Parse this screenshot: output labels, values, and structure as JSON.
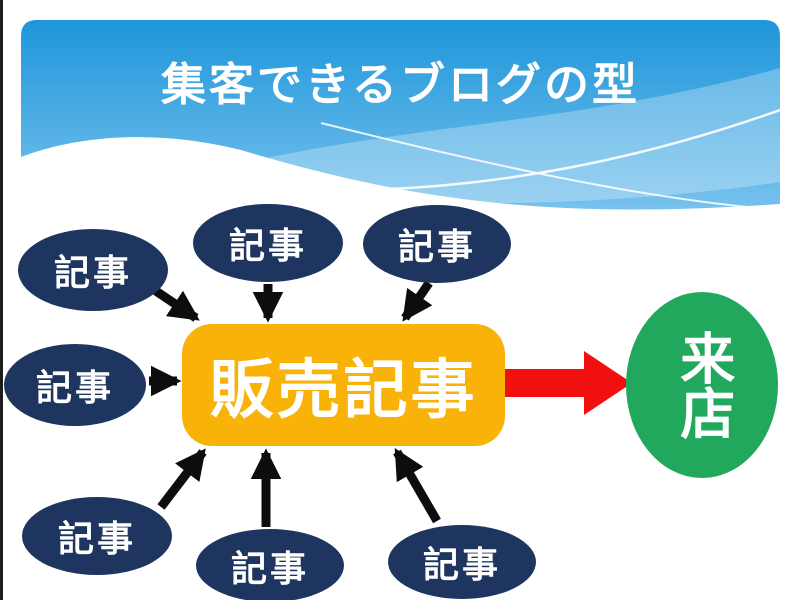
{
  "slide": {
    "title": "集客できるブログの型"
  },
  "diagram": {
    "articles": [
      {
        "label": "記事"
      },
      {
        "label": "記事"
      },
      {
        "label": "記事"
      },
      {
        "label": "記事"
      },
      {
        "label": "記事"
      },
      {
        "label": "記事"
      },
      {
        "label": "記事"
      }
    ],
    "center_node": {
      "label": "販売記事"
    },
    "result_node": {
      "label": "来店"
    },
    "colors": {
      "header_top": "#1E96DA",
      "header_bottom": "#7CC4EE",
      "node": "#1E3560",
      "center": "#F9B208",
      "result": "#21A85C",
      "arrow": "#F20F0F",
      "connector": "#0d0d0d"
    }
  }
}
